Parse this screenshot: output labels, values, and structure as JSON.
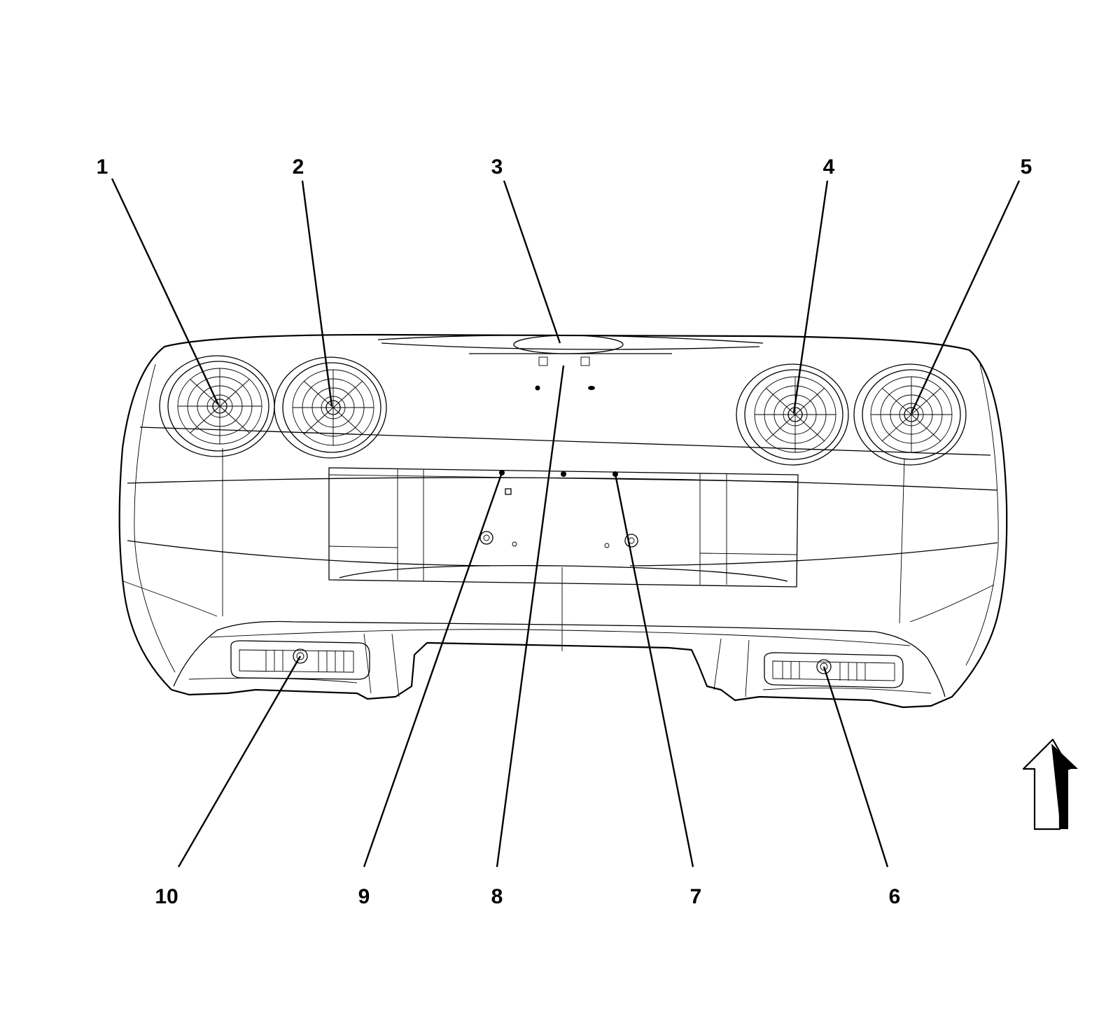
{
  "callouts": {
    "c1": "1",
    "c2": "2",
    "c3": "3",
    "c4": "4",
    "c5": "5",
    "c6": "6",
    "c7": "7",
    "c8": "8",
    "c9": "9",
    "c10": "10"
  },
  "icons": {
    "view_direction": "up-arrow-icon"
  },
  "colors": {
    "line": "#000000",
    "background": "#ffffff"
  }
}
